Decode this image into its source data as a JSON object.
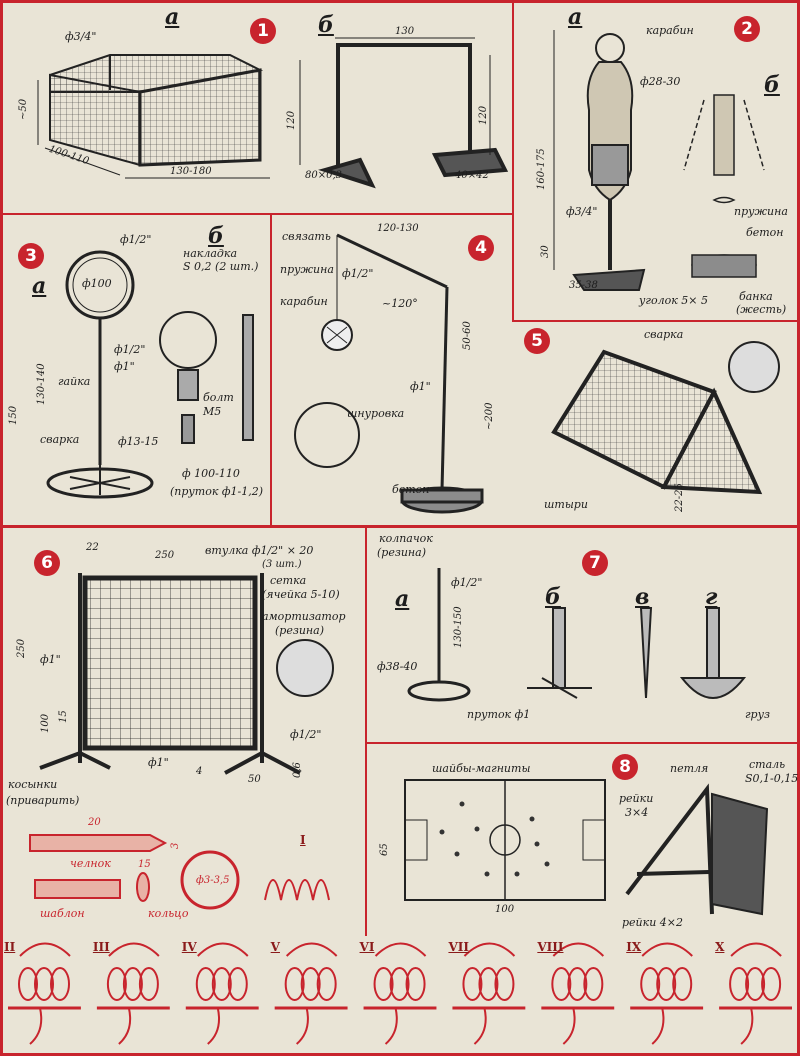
{
  "colors": {
    "accent": "#c8242d",
    "ink": "#1d1d1d",
    "paper": "#e9e4d6"
  },
  "panels": {
    "p1": {
      "number": "1",
      "sub_a": "а",
      "sub_b": "б",
      "labels": {
        "pipe": "ф3/4\"",
        "h50": "~50",
        "d100": "100-110",
        "w130": "130-180",
        "w130b": "130",
        "h120a": "120",
        "h120b": "120",
        "base80": "80×0,3",
        "base40": "40×42"
      }
    },
    "p2": {
      "number": "2",
      "sub_a": "а",
      "sub_b": "б",
      "labels": {
        "karabin": "карабин",
        "d28": "ф28-30",
        "h160": "160-175",
        "pipe": "ф3/4\"",
        "h30": "30",
        "w35": "35-38",
        "ugolok": "уголок 5× 5",
        "pruzhina": "пружина",
        "beton": "бетон",
        "banka": "банка",
        "zhest": "(жесть)"
      }
    },
    "p3": {
      "number": "3",
      "sub_a": "а",
      "sub_b": "б",
      "labels": {
        "ring_pipe": "ф1/2\"",
        "d100": "ф100",
        "nakladka": "накладка",
        "s02": "S 0,2 (2 шт.)",
        "half": "ф1/2\"",
        "one": "ф1\"",
        "gaika": "гайка",
        "h130": "130-140",
        "h150": "150",
        "bolt": "болт",
        "m5": "М5",
        "svarka": "сварка",
        "f13": "ф13-15",
        "f100": "ф 100-110",
        "prutok": "(пруток ф1-1,2)"
      }
    },
    "p4": {
      "number": "4",
      "labels": {
        "svyazat": "связать",
        "pruzhina": "пружина",
        "len120": "120-130",
        "half": "ф1/2\"",
        "karabin": "карабин",
        "angle": "~120°",
        "h50": "50-60",
        "one": "ф1\"",
        "h200": "~200",
        "shnurovka": "шнуровка",
        "beton": "бетон"
      }
    },
    "p5": {
      "number": "5",
      "labels": {
        "svarka": "сварка",
        "shtyri": "штыри",
        "d22": "22-25"
      }
    },
    "p6": {
      "number": "6",
      "labels": {
        "w22": "22",
        "w250": "250",
        "vtulka": "втулка ф1/2\" × 20",
        "qty": "(3 шт.)",
        "setka": "сетка",
        "yacheika": "(ячейка 5-10)",
        "amort": "амортизатор",
        "rezina": "(резина)",
        "h250": "250",
        "one": "ф1\"",
        "h100": "100",
        "h15": "15",
        "half": "ф1/2\"",
        "oneb": "ф1\"",
        "four": "4",
        "fifty": "50",
        "kosynki": "косынки",
        "privarit": "(приварить)",
        "small": "0,6"
      }
    },
    "p7": {
      "number": "7",
      "sub_a": "а",
      "sub_b": "б",
      "sub_v": "в",
      "sub_g": "г",
      "labels": {
        "kolpachok": "колпачок",
        "rezina": "(резина)",
        "half": "ф1/2\"",
        "h130": "130-150",
        "f38": "ф38-40",
        "prutok": "пруток ф1",
        "gruz": "груз"
      }
    },
    "p8": {
      "number": "8",
      "labels": {
        "shaiby": "шайбы-магниты",
        "h65": "65",
        "w100": "100",
        "petlya": "петля",
        "stal": "сталь",
        "s01": "S0,1-0,15",
        "reiki": "рейки",
        "r34": "3×4",
        "reiki42": "рейки 4×2"
      }
    },
    "bottom": {
      "labels": {
        "twenty": "20",
        "chelnok": "челнок",
        "shablon": "шаблон",
        "fifteen": "15",
        "koltso": "кольцо",
        "f335": "ф3-3,5",
        "r1": "I",
        "three": "3"
      },
      "steps": [
        "II",
        "III",
        "IV",
        "V",
        "VI",
        "VII",
        "VIII",
        "IX",
        "X"
      ]
    }
  }
}
